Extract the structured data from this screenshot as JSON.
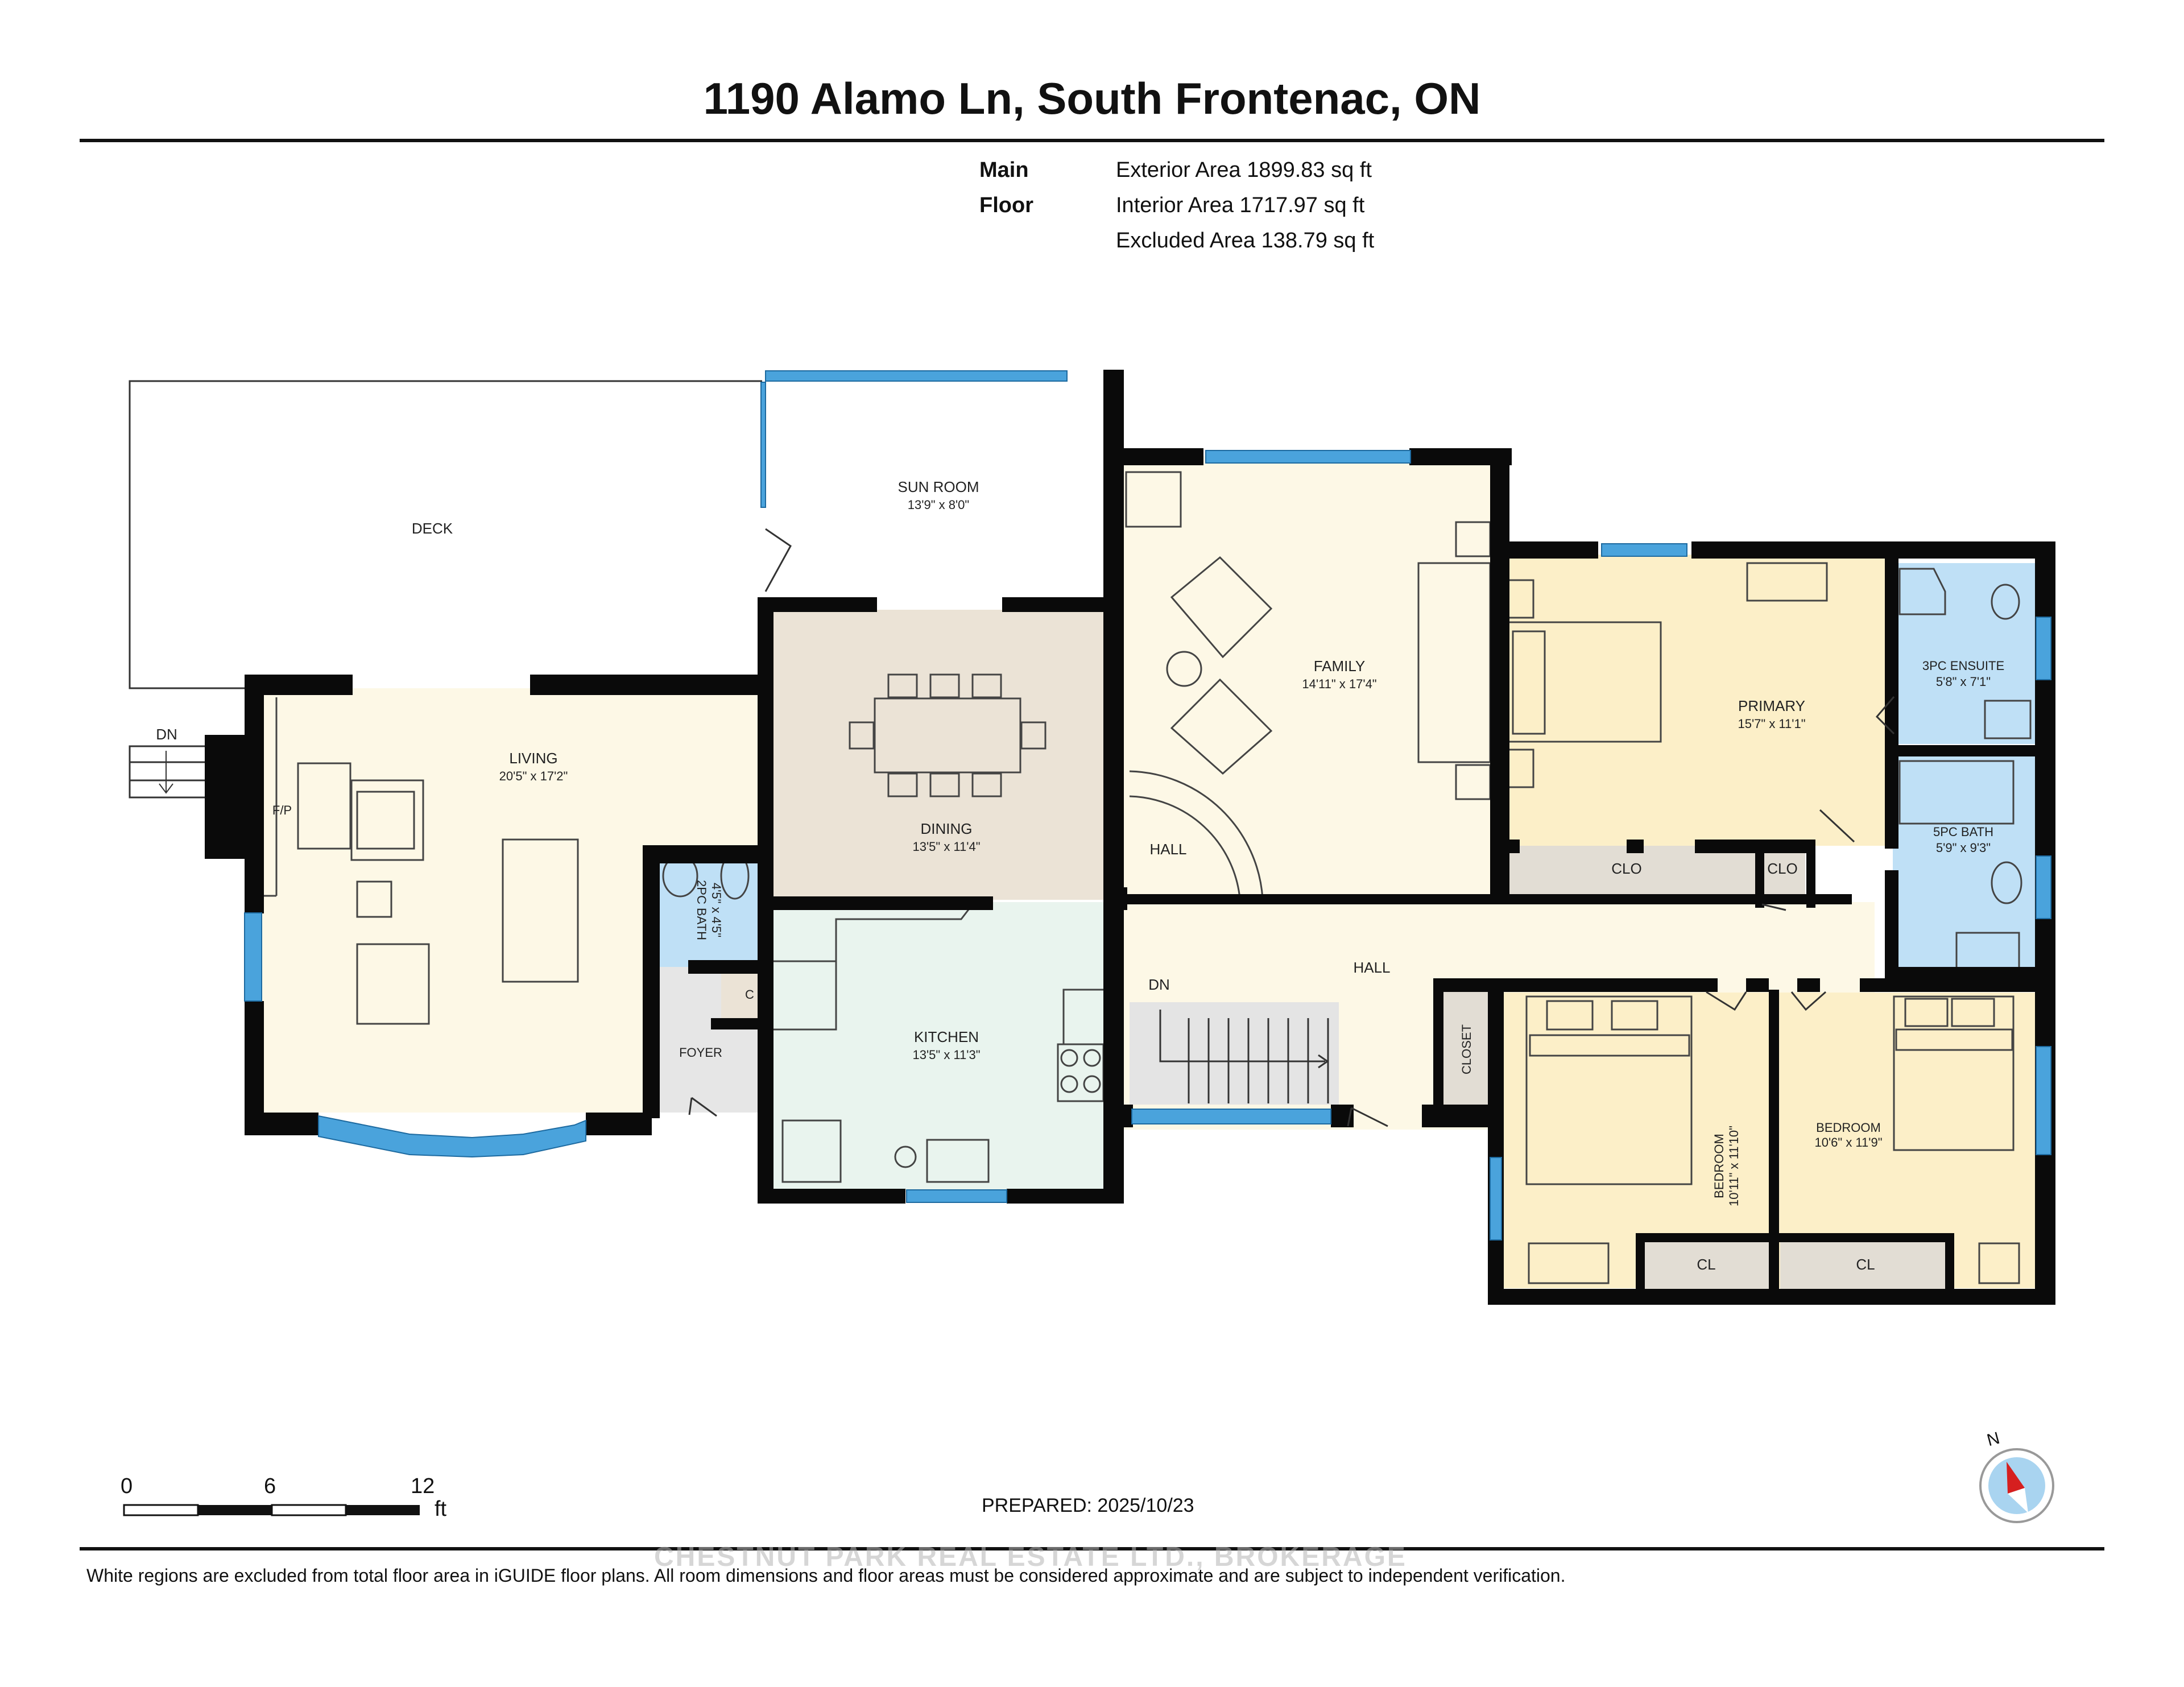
{
  "header": {
    "title": "1190 Alamo Ln, South Frontenac, ON"
  },
  "floor_summary": {
    "floor_name": "Main Floor",
    "exterior_area": "Exterior Area 1899.83 sq ft",
    "interior_area": "Interior Area 1717.97 sq ft",
    "excluded_area": "Excluded Area 138.79 sq ft"
  },
  "rooms": {
    "deck": {
      "name": "DECK"
    },
    "sun_room": {
      "name": "SUN ROOM",
      "dims": "13'9\" x 8'0\""
    },
    "living": {
      "name": "LIVING",
      "dims": "20'5\" x 17'2\""
    },
    "fireplace": {
      "name": "F/P"
    },
    "deck_stairs": {
      "name": "DN"
    },
    "dining": {
      "name": "DINING",
      "dims": "13'5\" x 11'4\""
    },
    "family": {
      "name": "FAMILY",
      "dims": "14'11\" x 17'4\""
    },
    "primary": {
      "name": "PRIMARY",
      "dims": "15'7\" x 11'1\""
    },
    "ensuite": {
      "name": "3PC ENSUITE",
      "dims": "5'8\" x 7'1\""
    },
    "bath5": {
      "name": "5PC BATH",
      "dims": "5'9\" x 9'3\""
    },
    "bath2": {
      "name": "2PC BATH",
      "dims": "4'5\" x 4'5\""
    },
    "closet_c": {
      "name": "C"
    },
    "foyer": {
      "name": "FOYER"
    },
    "kitchen": {
      "name": "KITCHEN",
      "dims": "13'5\" x 11'3\""
    },
    "hall_upper": {
      "name": "HALL"
    },
    "hall_main": {
      "name": "HALL"
    },
    "stairs": {
      "name": "DN"
    },
    "clo_1": {
      "name": "CLO"
    },
    "clo_2": {
      "name": "CLO"
    },
    "closet": {
      "name": "CLOSET"
    },
    "bedroom_1": {
      "name": "BEDROOM",
      "dims": "10'11\" x 11'10\""
    },
    "bedroom_2": {
      "name": "BEDROOM",
      "dims": "10'6\" x 11'9\""
    },
    "cl_1": {
      "name": "CL"
    },
    "cl_2": {
      "name": "CL"
    }
  },
  "scale_bar": {
    "ticks": [
      "0",
      "6",
      "12"
    ],
    "unit": "ft"
  },
  "compass": {
    "label": "N"
  },
  "footer": {
    "prepared": "PREPARED: 2025/10/23",
    "watermark": "CHESTNUT PARK REAL ESTATE LTD., BROKERAGE",
    "disclaimer": "White regions are excluded from total floor area in iGUIDE floor plans. All room dimensions and floor areas must be considered approximate and are subject to independent verification."
  },
  "colors": {
    "wall": "#0a0a0a",
    "window": "#4aa3dc",
    "room_cream": "#fdf8e6",
    "bedroom_yellow": "#fcefc8",
    "dining_tan": "#ebe3d6",
    "kitchen_mint": "#e9f4ee",
    "bath_blue": "#bfe0f6",
    "closet_gray": "#e2ddd4",
    "foyer_gray": "#e6e6e6"
  }
}
